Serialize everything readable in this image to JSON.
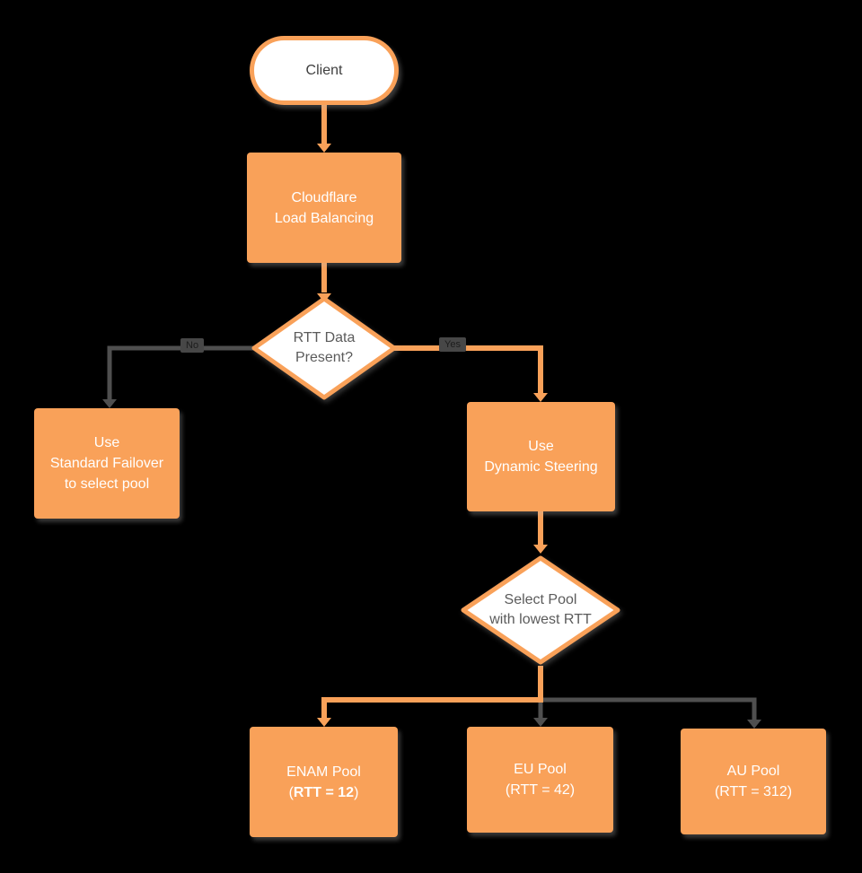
{
  "diagram": {
    "colors": {
      "background": "#000000",
      "node_fill": "#F9A159",
      "node_border": "#F9A159",
      "connector_orange": "#F9A159",
      "connector_gray": "#4F4F4F",
      "node_text": "#FFFFFF",
      "decision_text": "#5B5B5B"
    },
    "nodes": {
      "client": {
        "label": "Client"
      },
      "load_balancing": {
        "lines": [
          "Cloudflare",
          "Load Balancing"
        ]
      },
      "rtt_decision": {
        "lines": [
          "RTT Data",
          "Present?"
        ]
      },
      "standard_failover": {
        "lines": [
          "Use",
          "Standard Failover",
          "to select pool"
        ]
      },
      "dynamic_steering": {
        "lines": [
          "Use",
          "Dynamic Steering"
        ]
      },
      "select_pool": {
        "lines": [
          "Select Pool",
          "with lowest RTT"
        ]
      },
      "enam_pool": {
        "line1": "ENAM Pool",
        "line2_prefix": "(",
        "line2_bold": "RTT = 12",
        "line2_suffix": ")"
      },
      "eu_pool": {
        "lines": [
          "EU Pool",
          "(RTT = 42)"
        ]
      },
      "au_pool": {
        "lines": [
          "AU Pool",
          "(RTT = 312)"
        ]
      }
    },
    "edge_labels": {
      "no": "No",
      "yes": "Yes"
    }
  }
}
